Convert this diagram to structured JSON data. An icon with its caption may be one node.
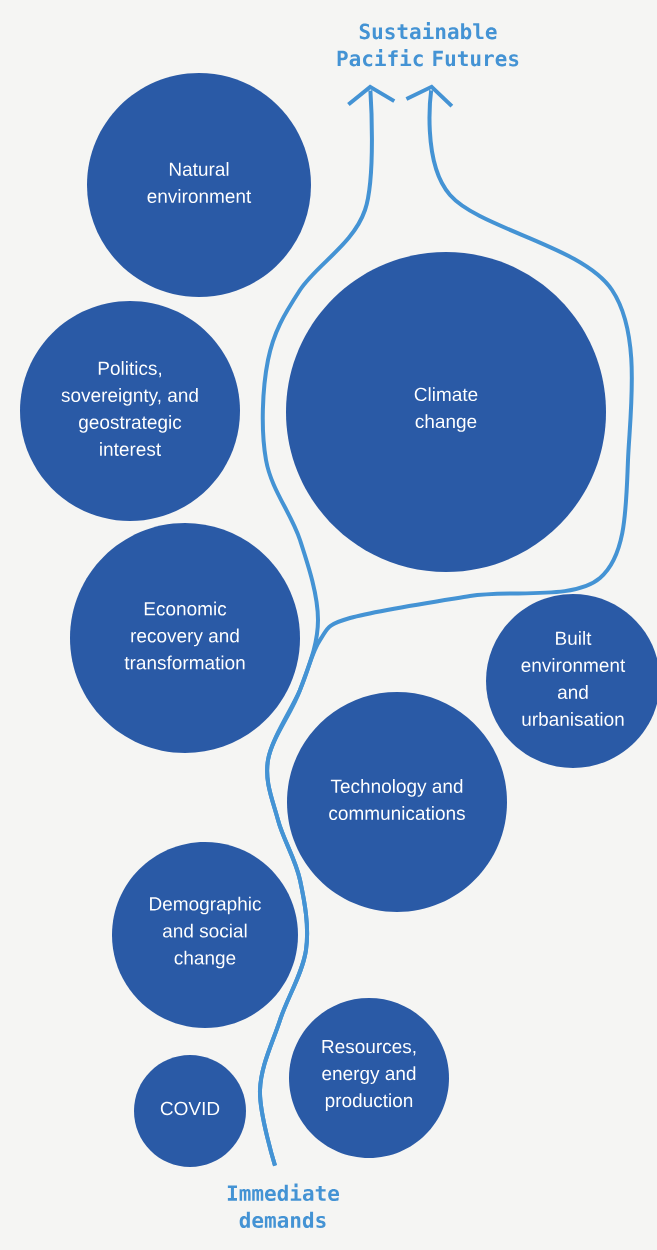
{
  "diagram": {
    "nodes": [
      {
        "text": [
          "Sustainable Pacific Futures"
        ]
      },
      {
        "text": [
          "Natural environment"
        ]
      },
      {
        "text": [
          "Politics, sovereignty, and geostrategic interest"
        ]
      },
      {
        "text": [
          "Climate change"
        ]
      },
      {
        "text": [
          "Economic recovery and transformation"
        ]
      },
      {
        "text": [
          "Built environment and urbanisation"
        ]
      },
      {
        "text": [
          "Technology and communications"
        ]
      },
      {
        "text": [
          "Demographic and social change"
        ]
      },
      {
        "text": [
          "Resources, energy and production"
        ]
      },
      {
        "text": [
          "COVID"
        ]
      },
      {
        "text": [
          "Immediate demands"
        ]
      }
    ],
    "edges": [
      {
        "from": 10,
        "to": 0,
        "arrow": "to"
      },
      {
        "from": 10,
        "to": 0,
        "arrow": "to"
      }
    ]
  }
}
